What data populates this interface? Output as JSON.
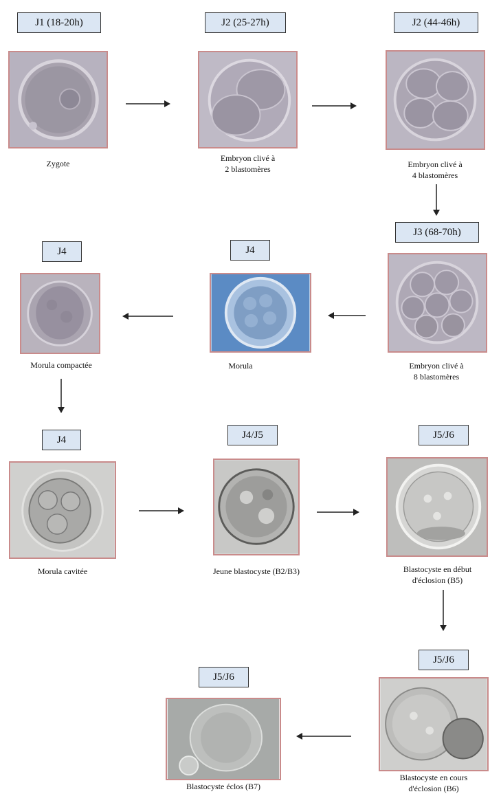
{
  "stages": [
    {
      "id": "zygote",
      "day": "J1 (18-20h)",
      "caption": [
        "Zygote"
      ]
    },
    {
      "id": "two-cell",
      "day": "J2 (25-27h)",
      "caption": [
        "Embryon clivé à",
        "2 blastomères"
      ]
    },
    {
      "id": "four-cell",
      "day": "J2 (44-46h)",
      "caption": [
        "Embryon clivé à",
        "4 blastomères"
      ]
    },
    {
      "id": "eight-cell",
      "day": "J3 (68-70h)",
      "caption": [
        "Embryon clivé à",
        "8 blastomères"
      ]
    },
    {
      "id": "morula",
      "day": "J4",
      "caption": [
        "Morula"
      ]
    },
    {
      "id": "morula-compacted",
      "day": "J4",
      "caption": [
        "Morula compactée"
      ]
    },
    {
      "id": "morula-cavitated",
      "day": "J4",
      "caption": [
        "Morula cavitée"
      ]
    },
    {
      "id": "young-blastocyst",
      "day": "J4/J5",
      "caption": [
        "Jeune blastocyste (B2/B3)"
      ]
    },
    {
      "id": "hatching-start",
      "day": "J5/J6",
      "caption": [
        "Blastocyste en début",
        "d'éclosion (B5)"
      ]
    },
    {
      "id": "hatching",
      "day": "J5/J6",
      "caption": [
        "Blastocyste en cours",
        "d'éclosion (B6)"
      ]
    },
    {
      "id": "hatched",
      "day": "J5/J6",
      "caption": [
        "Blastocyste éclos (B7)"
      ]
    }
  ],
  "colors": {
    "label_bg": "#dbe6f3",
    "photo_border": "#c98b8b",
    "photo_bg": "#b9b3bd"
  }
}
